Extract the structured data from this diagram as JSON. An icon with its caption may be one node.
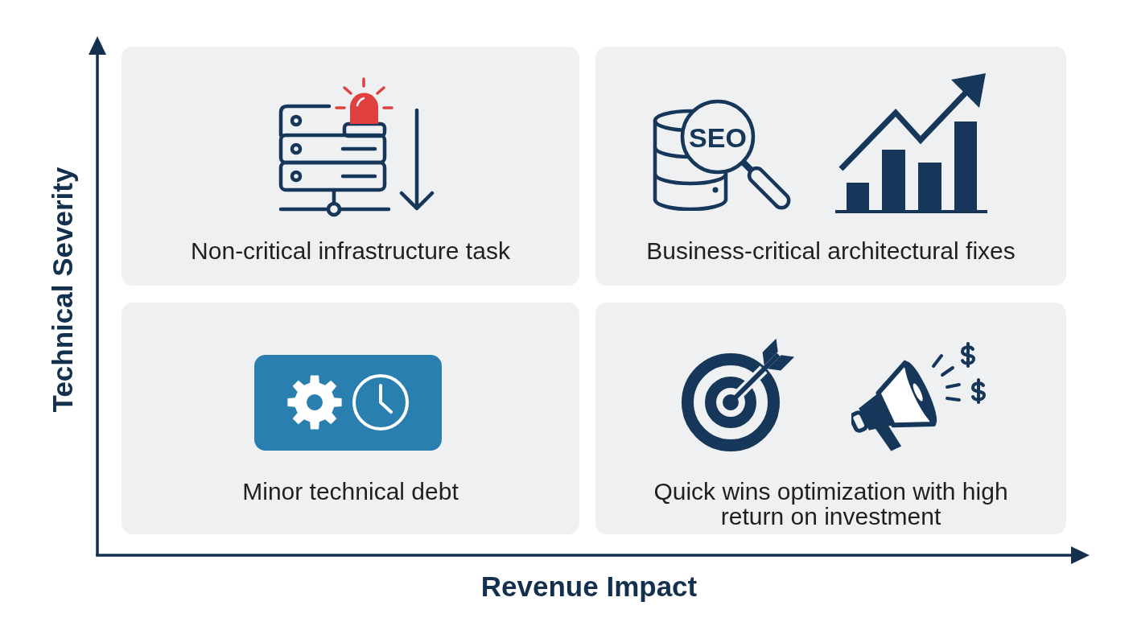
{
  "diagram": {
    "nodes": [
      {
        "text": [
          "Non-critical infrastructure task"
        ]
      },
      {
        "text": [
          "SEO",
          "Business-critical architectural fixes"
        ]
      },
      {
        "text": [
          "Minor technical debt"
        ]
      },
      {
        "text": [
          "Quick wins optimization with high return on investment"
        ]
      }
    ],
    "labels": [
      "Technical Severity",
      "Revenue Impact"
    ]
  }
}
